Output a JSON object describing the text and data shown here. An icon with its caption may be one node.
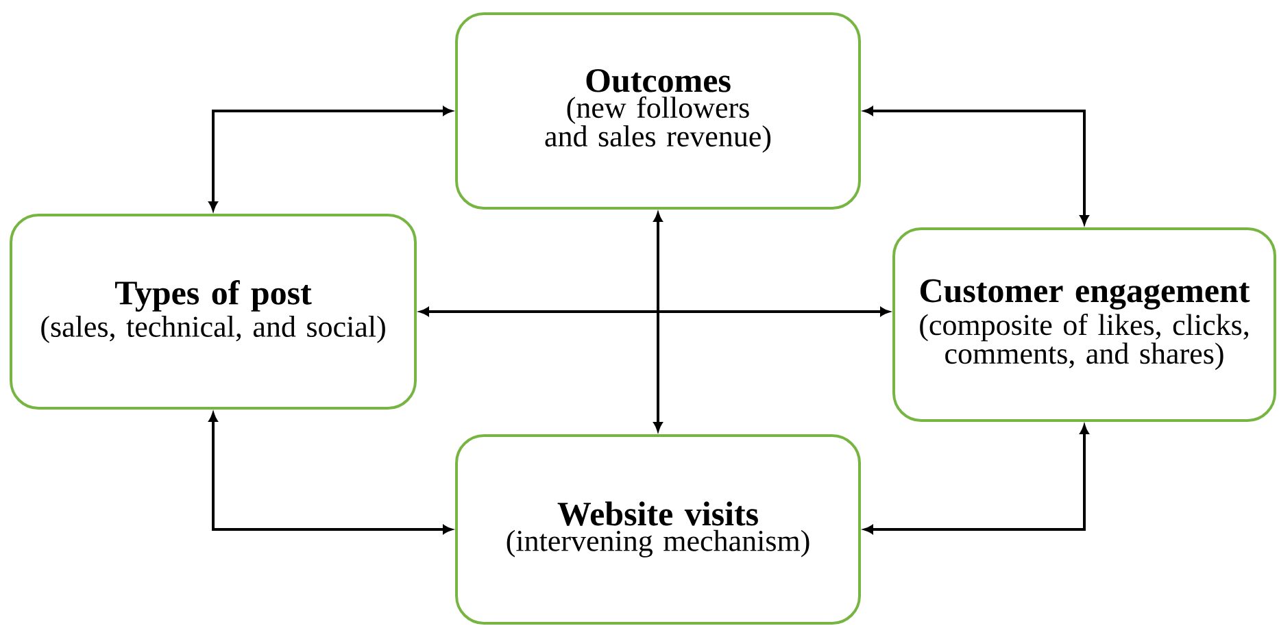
{
  "diagram": {
    "nodes": [
      {
        "text": [
          "Outcomes",
          "(new followers and sales revenue)"
        ]
      },
      {
        "text": [
          "Types of post",
          "(sales, technical, and social)"
        ]
      },
      {
        "text": [
          "Customer engagement",
          "(composite of likes, clicks, comments, and shares)"
        ]
      },
      {
        "text": [
          "Website visits",
          "(intervening mechanism)"
        ]
      }
    ],
    "edges": [
      {
        "from": 1,
        "to": 0,
        "arrow": "both"
      },
      {
        "from": 0,
        "to": 2,
        "arrow": "both"
      },
      {
        "from": 1,
        "to": 2,
        "arrow": "both"
      },
      {
        "from": 0,
        "to": 3,
        "arrow": "both"
      },
      {
        "from": 1,
        "to": 3,
        "arrow": "both"
      },
      {
        "from": 3,
        "to": 2,
        "arrow": "both"
      }
    ]
  }
}
